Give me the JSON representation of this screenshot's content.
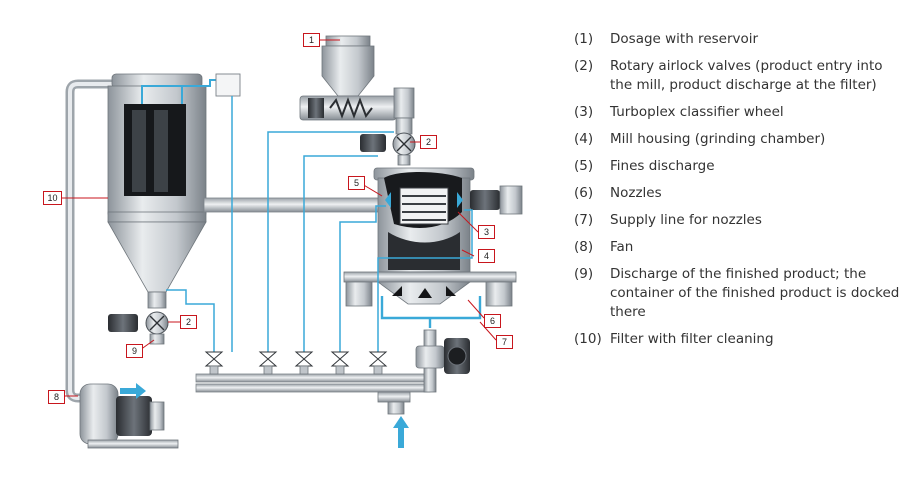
{
  "callouts": [
    "1",
    "2",
    "3",
    "4",
    "5",
    "6",
    "7",
    "8",
    "9",
    "10",
    "2"
  ],
  "legend": [
    {
      "num": "(1)",
      "text": "Dosage with reservoir"
    },
    {
      "num": "(2)",
      "text": "Rotary airlock valves (product entry into the mill, product discharge at the filter)"
    },
    {
      "num": "(3)",
      "text": "Turboplex classifier wheel"
    },
    {
      "num": "(4)",
      "text": "Mill housing (grinding chamber)"
    },
    {
      "num": "(5)",
      "text": "Fines discharge"
    },
    {
      "num": "(6)",
      "text": "Nozzles"
    },
    {
      "num": "(7)",
      "text": "Supply line for nozzles"
    },
    {
      "num": "(8)",
      "text": "Fan"
    },
    {
      "num": "(9)",
      "text": "Discharge of the finished product; the container of the finished product is docked there"
    },
    {
      "num": "(10)",
      "text": "Filter with filter cleaning"
    }
  ],
  "colors": {
    "callout_border": "#c8161d",
    "supply_line": "#3aa9d8",
    "pipe": "#c9ced3",
    "legend_text": "#333333"
  }
}
